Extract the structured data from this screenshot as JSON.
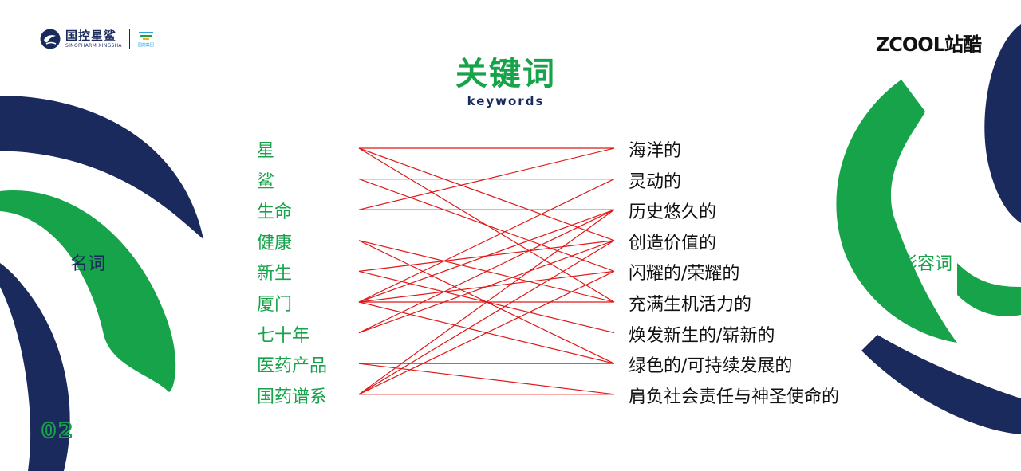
{
  "header": {
    "brand_name": "国控星鲨",
    "brand_en": "SINOPHARM XINGSHA",
    "sub_brand": "国药集团",
    "zcool_logo": "ZCOOL站酷"
  },
  "title": {
    "cn": "关键词",
    "en": "keywords"
  },
  "labels": {
    "nouns": "名词",
    "adjectives": "形容词"
  },
  "page_number": "02",
  "nouns": [
    "星",
    "鲨",
    "生命",
    "健康",
    "新生",
    "厦门",
    "七十年",
    "医药产品",
    "国药谱系"
  ],
  "adjectives": [
    "海洋的",
    "灵动的",
    "历史悠久的",
    "创造价值的",
    "闪耀的/荣耀的",
    "充满生机活力的",
    "焕发新生的/崭新的",
    "绿色的/可持续发展的",
    "肩负社会责任与神圣使命的"
  ],
  "links": [
    [
      0,
      0
    ],
    [
      0,
      3
    ],
    [
      0,
      5
    ],
    [
      1,
      1
    ],
    [
      1,
      4
    ],
    [
      2,
      0
    ],
    [
      2,
      2
    ],
    [
      3,
      5
    ],
    [
      3,
      7
    ],
    [
      4,
      3
    ],
    [
      4,
      6
    ],
    [
      5,
      1
    ],
    [
      5,
      2
    ],
    [
      5,
      4
    ],
    [
      5,
      5
    ],
    [
      5,
      7
    ],
    [
      6,
      2
    ],
    [
      6,
      3
    ],
    [
      7,
      7
    ],
    [
      7,
      8
    ],
    [
      8,
      2
    ],
    [
      8,
      3
    ],
    [
      8,
      4
    ],
    [
      8,
      8
    ]
  ],
  "colors": {
    "green": "#16a34a",
    "navy": "#1a2a5c",
    "line": "#e01818"
  }
}
